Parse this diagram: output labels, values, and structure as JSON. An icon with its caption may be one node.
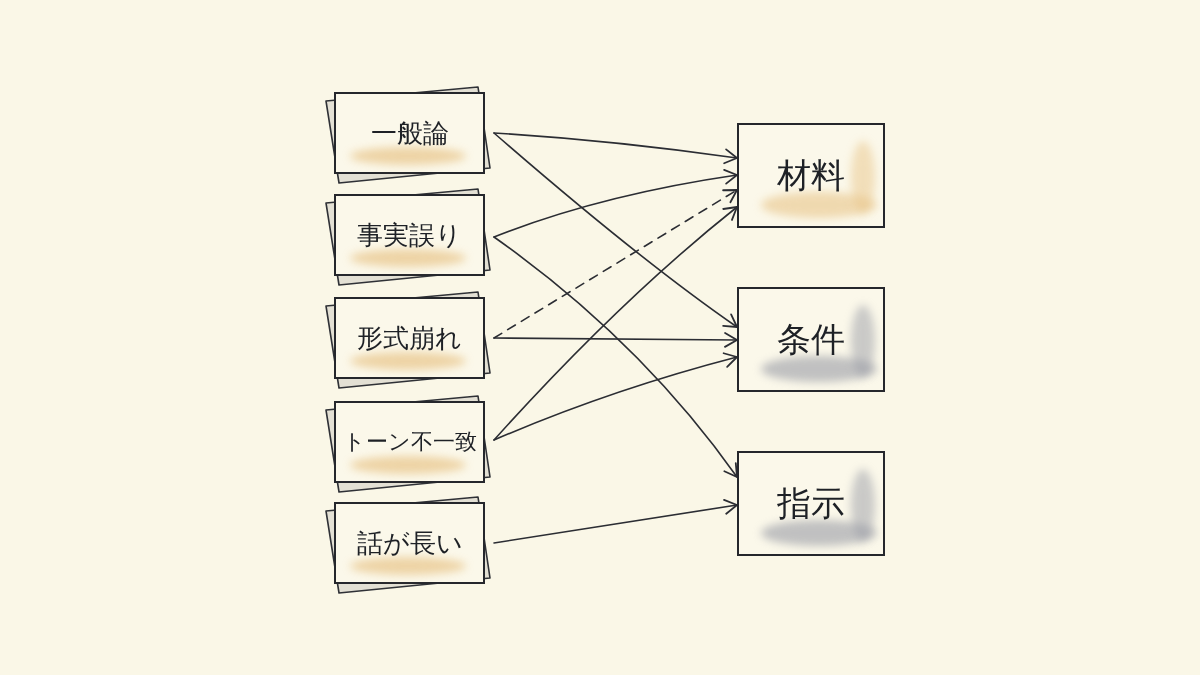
{
  "diagram": {
    "nodes": [
      {
        "text": [
          "一般論"
        ]
      },
      {
        "text": [
          "事実誤り"
        ]
      },
      {
        "text": [
          "形式崩れ"
        ]
      },
      {
        "text": [
          "トーン不一致"
        ]
      },
      {
        "text": [
          "話が長い"
        ]
      },
      {
        "text": [
          "材料"
        ]
      },
      {
        "text": [
          "条件"
        ]
      },
      {
        "text": [
          "指示"
        ]
      }
    ],
    "edges": [
      {
        "from": 0,
        "to": 5,
        "arrow": "to"
      },
      {
        "from": 0,
        "to": 6,
        "arrow": "to"
      },
      {
        "from": 1,
        "to": 5,
        "arrow": "to"
      },
      {
        "from": 1,
        "to": 7,
        "arrow": "to"
      },
      {
        "from": 2,
        "to": 5,
        "arrow": "to",
        "style": "dashed"
      },
      {
        "from": 2,
        "to": 6,
        "arrow": "to"
      },
      {
        "from": 3,
        "to": 5,
        "arrow": "to"
      },
      {
        "from": 3,
        "to": 6,
        "arrow": "to"
      },
      {
        "from": 4,
        "to": 7,
        "arrow": "to"
      }
    ]
  }
}
